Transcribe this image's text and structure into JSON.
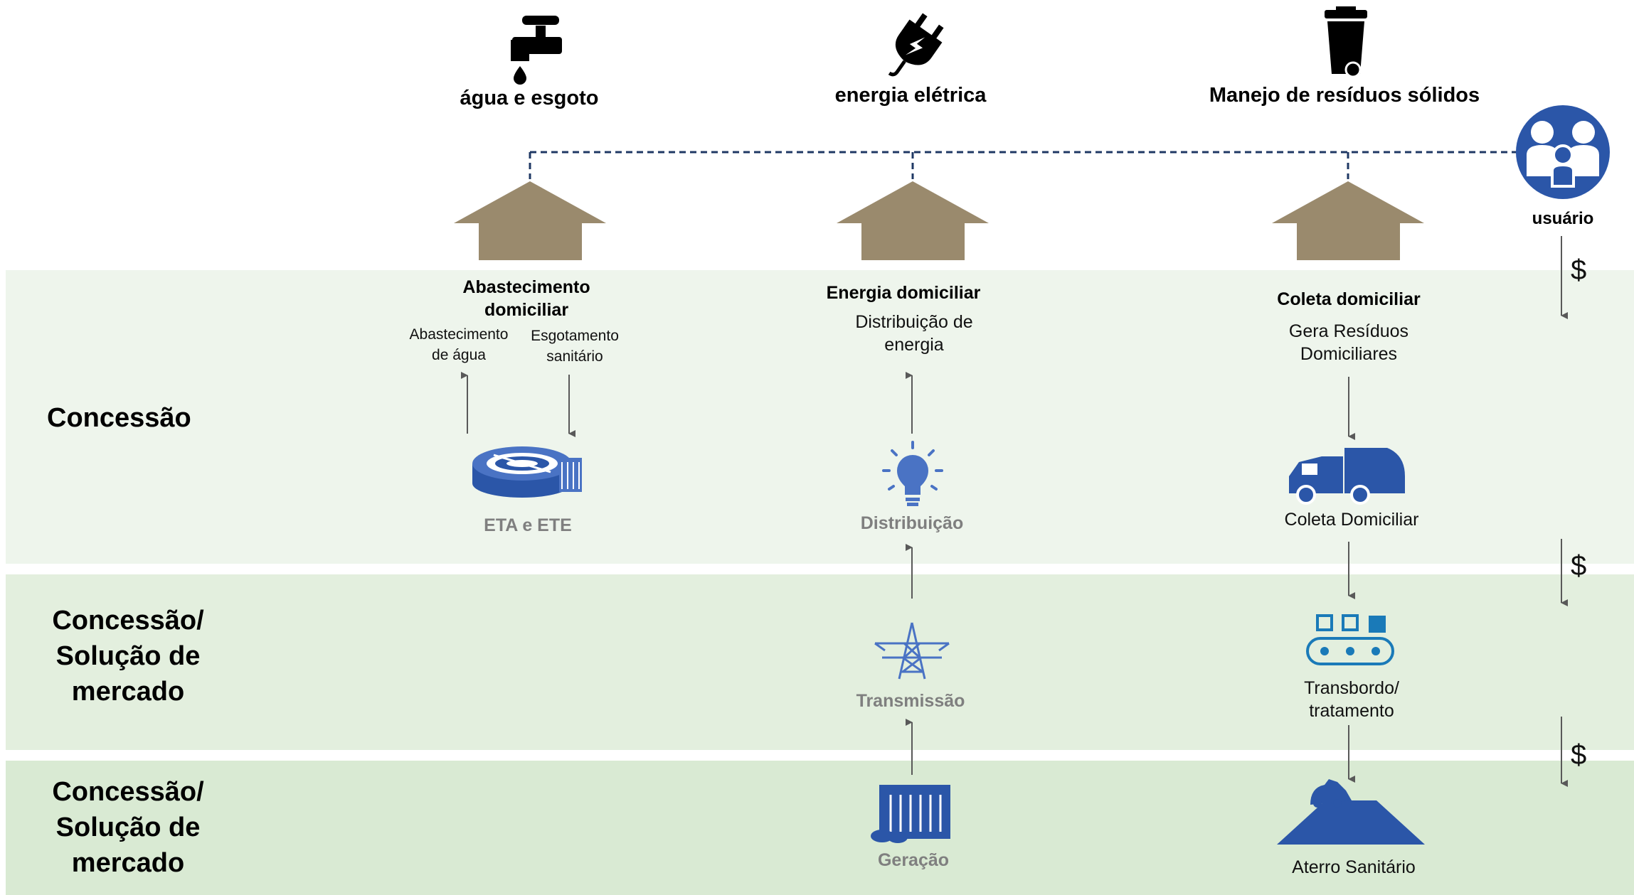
{
  "services": {
    "water": "água e esgoto",
    "energy": "energia elétrica",
    "waste": "Manejo de resíduos sólidos"
  },
  "user": {
    "label": "usuário"
  },
  "rows": {
    "concession": "Concessão",
    "market1_l1": "Concessão/",
    "market1_l2": "Solução de",
    "market1_l3": "mercado",
    "market2_l1": "Concessão/",
    "market2_l2": "Solução de",
    "market2_l3": "mercado"
  },
  "water": {
    "supply_title_l1": "Abastecimento",
    "supply_title_l2": "domiciliar",
    "supply_l1": "Abastecimento",
    "supply_l2": "de água",
    "sewage_l1": "Esgotamento",
    "sewage_l2": "sanitário",
    "plant_label": "ETA e ETE"
  },
  "energy": {
    "home_title": "Energia domiciliar",
    "dist_l1": "Distribuição de",
    "dist_l2": "energia",
    "distribution_label": "Distribuição",
    "transmission_label": "Transmissão",
    "generation_label": "Geração"
  },
  "waste": {
    "home_title": "Coleta domiciliar",
    "gen_l1": "Gera Resíduos",
    "gen_l2": "Domiciliares",
    "collection_label": "Coleta Domiciliar",
    "transfer_l1": "Transbordo/",
    "transfer_l2": "tratamento",
    "landfill_label": "Aterro Sanitário"
  },
  "payments": {
    "symbol": "$"
  },
  "colors": {
    "house": "#9a8a6d",
    "icon_blue": "#2b56a8",
    "icon_light_blue": "#4a73c4",
    "transfer_blue": "#1a7ab8",
    "arrow": "#595959",
    "dashed": "#1f3864",
    "band_1": "#eef5ec",
    "band_2": "#e3efde",
    "band_3": "#d9ead3"
  }
}
